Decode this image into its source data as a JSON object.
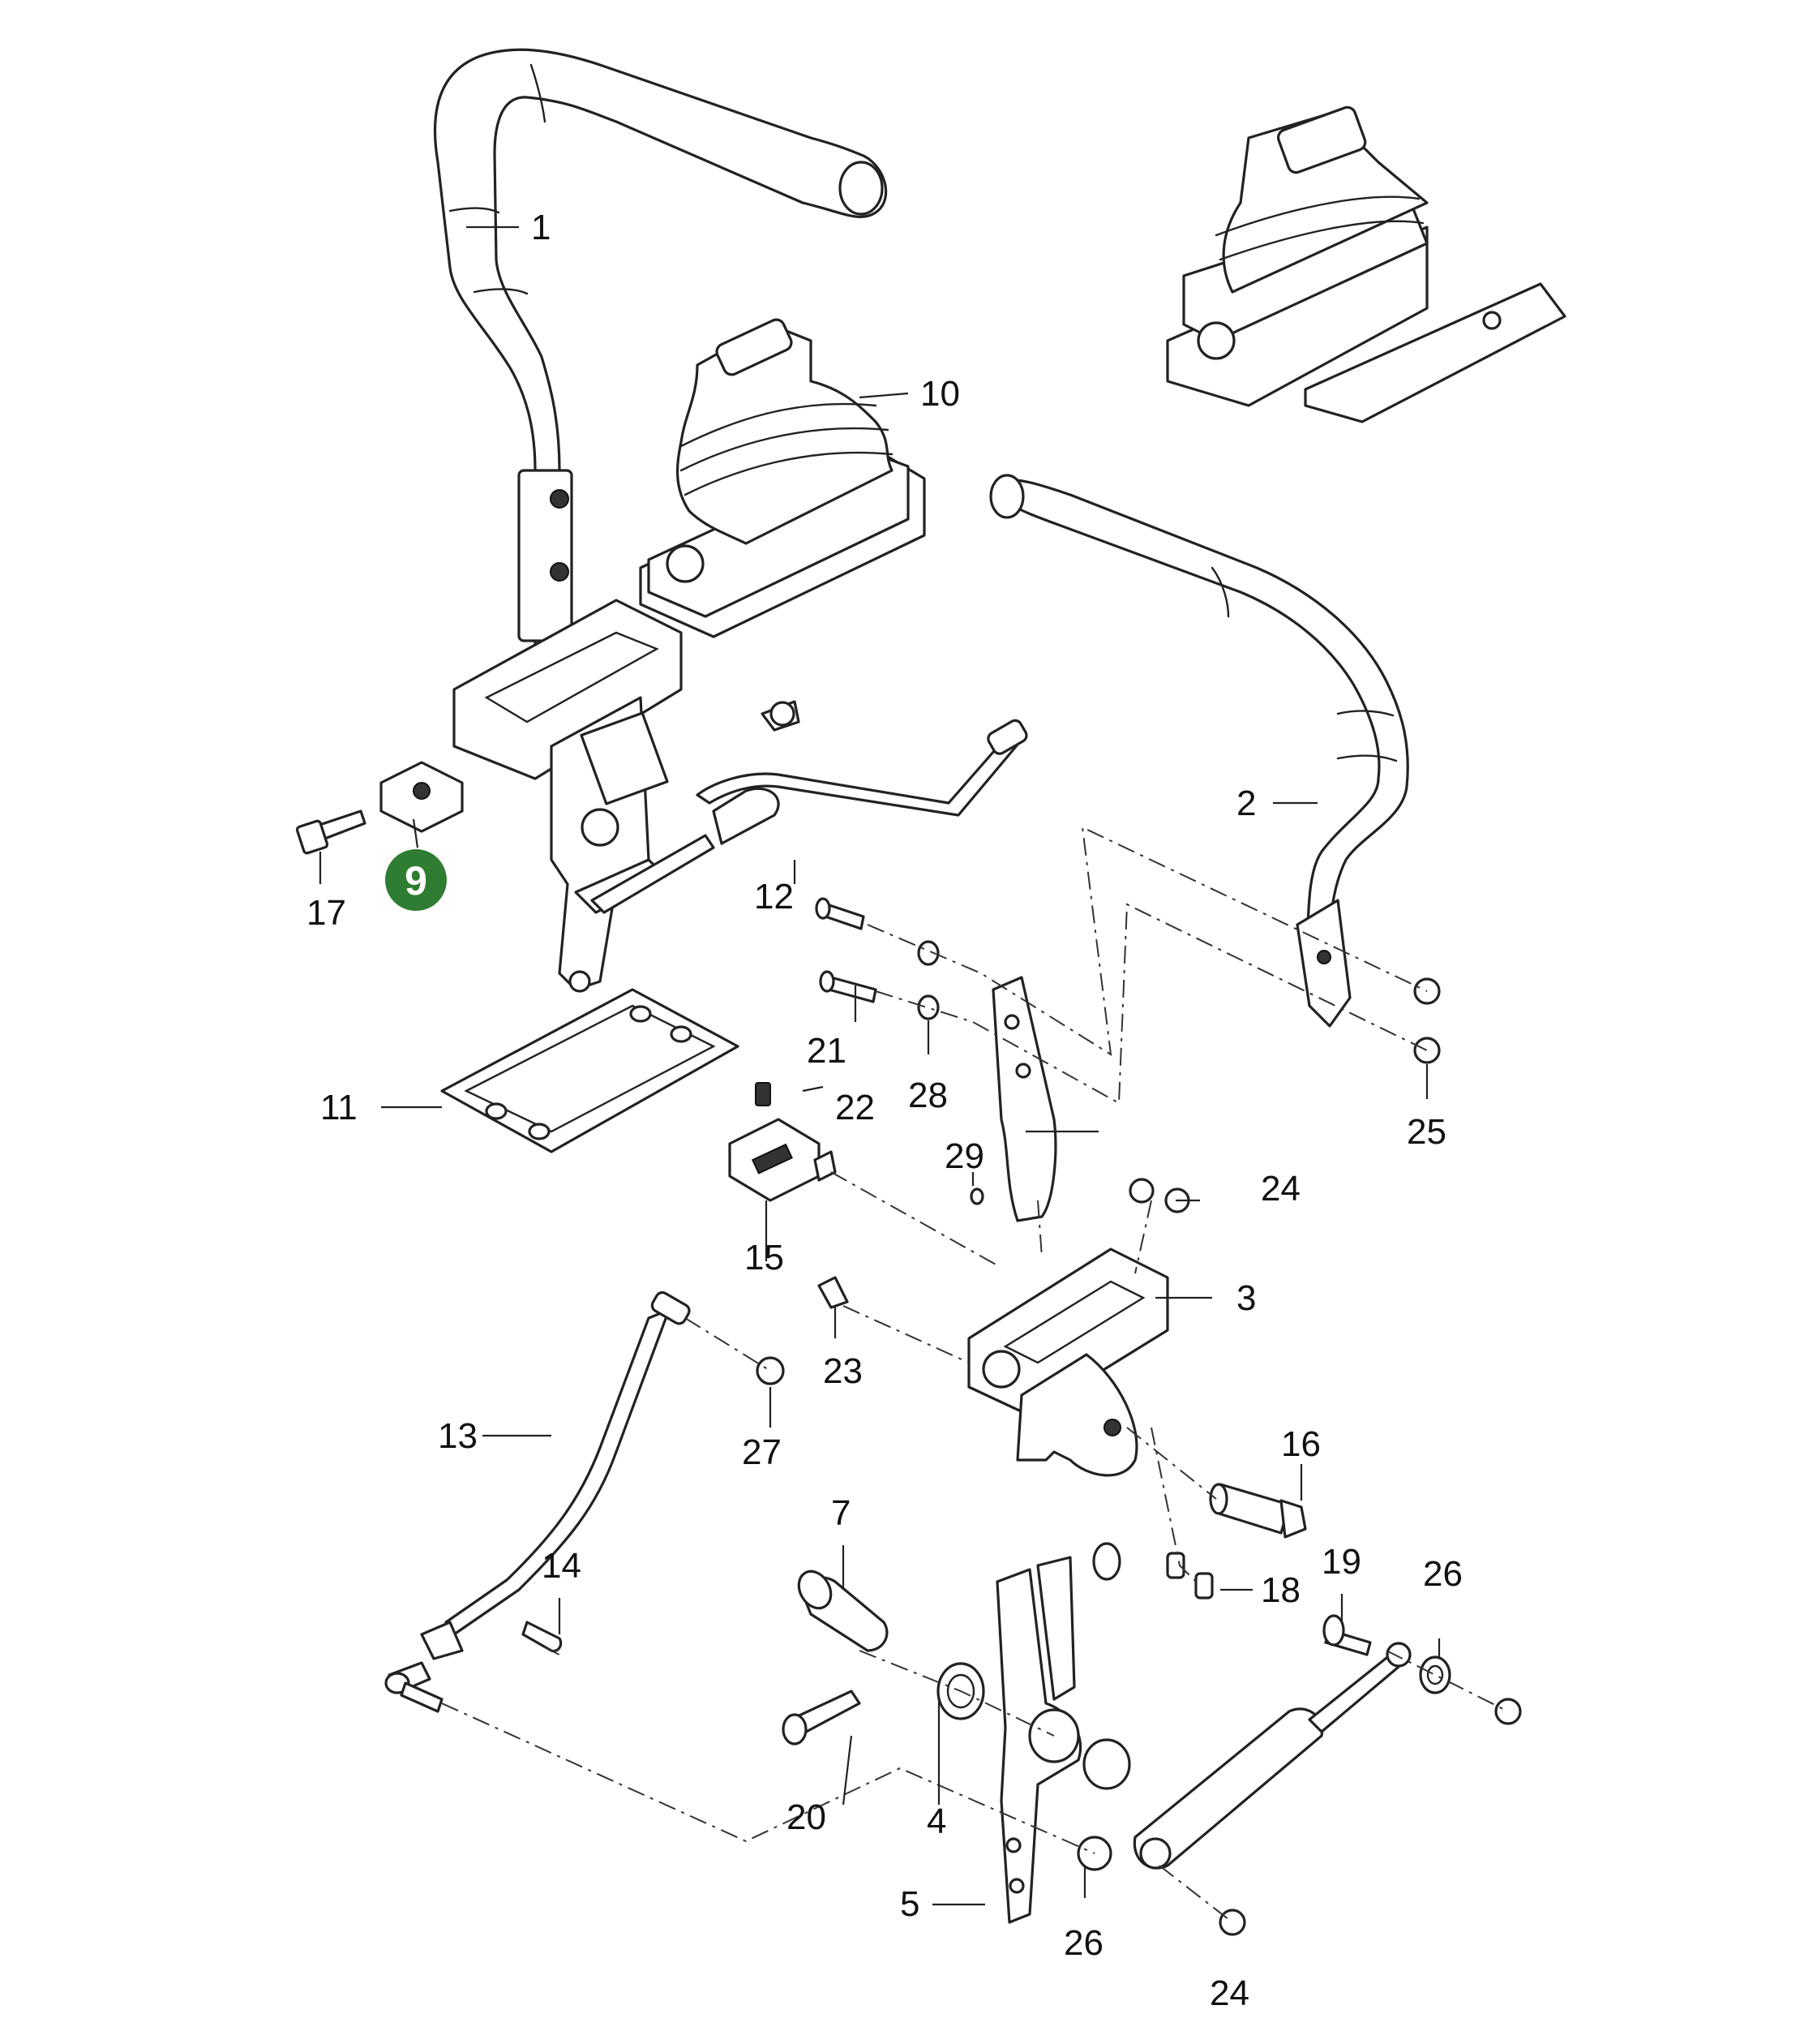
{
  "callouts": [
    {
      "id": "c1",
      "text": "1"
    },
    {
      "id": "c2",
      "text": "2"
    },
    {
      "id": "c3",
      "text": "3"
    },
    {
      "id": "c4",
      "text": "4"
    },
    {
      "id": "c5",
      "text": "5"
    },
    {
      "id": "c7",
      "text": "7"
    },
    {
      "id": "c10",
      "text": "10"
    },
    {
      "id": "c11",
      "text": "11"
    },
    {
      "id": "c12",
      "text": "12"
    },
    {
      "id": "c13",
      "text": "13"
    },
    {
      "id": "c14",
      "text": "14"
    },
    {
      "id": "c15",
      "text": "15"
    },
    {
      "id": "c16",
      "text": "16"
    },
    {
      "id": "c17",
      "text": "17"
    },
    {
      "id": "c18",
      "text": "18"
    },
    {
      "id": "c19",
      "text": "19"
    },
    {
      "id": "c20",
      "text": "20"
    },
    {
      "id": "c21",
      "text": "21"
    },
    {
      "id": "c22",
      "text": "22"
    },
    {
      "id": "c23",
      "text": "23"
    },
    {
      "id": "c24a",
      "text": "24"
    },
    {
      "id": "c24b",
      "text": "24"
    },
    {
      "id": "c25",
      "text": "25"
    },
    {
      "id": "c26a",
      "text": "26"
    },
    {
      "id": "c26b",
      "text": "26"
    },
    {
      "id": "c27",
      "text": "27"
    },
    {
      "id": "c28",
      "text": "28"
    },
    {
      "id": "c29",
      "text": "29"
    }
  ],
  "highlight": {
    "text": "9",
    "color": "#2e7d32"
  }
}
